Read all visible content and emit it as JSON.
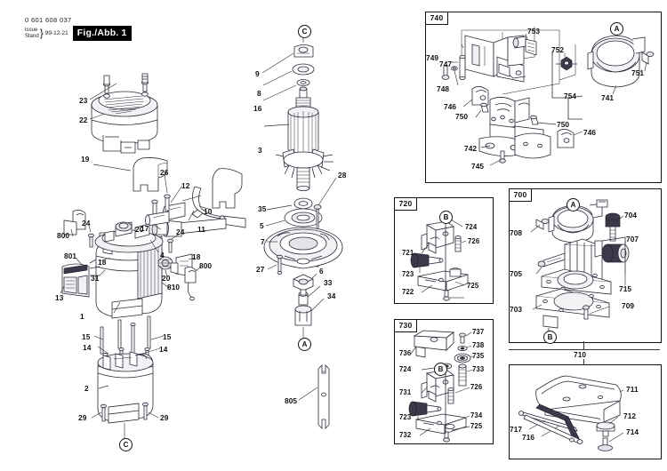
{
  "header": {
    "part_number": "0 601 608 037",
    "issue_label": "Issue",
    "stand_label": "Stand",
    "brace": "}",
    "date": "99-12-21",
    "figure": "Fig./Abb. 1"
  },
  "groups": {
    "g740": "740",
    "g720": "720",
    "g730": "730",
    "g700": "700",
    "g710": "710"
  },
  "circled_refs": {
    "a": "A",
    "b": "B",
    "c": "C"
  },
  "main_assembly": {
    "callouts": [
      {
        "id": "23",
        "label": "23"
      },
      {
        "id": "22",
        "label": "22"
      },
      {
        "id": "19",
        "label": "19"
      },
      {
        "id": "26",
        "label": "26"
      },
      {
        "id": "12",
        "label": "12"
      },
      {
        "id": "10",
        "label": "10"
      },
      {
        "id": "11",
        "label": "11"
      },
      {
        "id": "17",
        "label": "17"
      },
      {
        "id": "24a",
        "label": "24"
      },
      {
        "id": "20a",
        "label": "20"
      },
      {
        "id": "800a",
        "label": "800"
      },
      {
        "id": "18a",
        "label": "18"
      },
      {
        "id": "4",
        "label": "4"
      },
      {
        "id": "24b",
        "label": "24"
      },
      {
        "id": "18b",
        "label": "18"
      },
      {
        "id": "800b",
        "label": "800"
      },
      {
        "id": "801",
        "label": "801"
      },
      {
        "id": "13",
        "label": "13"
      },
      {
        "id": "31",
        "label": "31"
      },
      {
        "id": "20b",
        "label": "20"
      },
      {
        "id": "810",
        "label": "810"
      },
      {
        "id": "1",
        "label": "1"
      },
      {
        "id": "15a",
        "label": "15"
      },
      {
        "id": "15b",
        "label": "15"
      },
      {
        "id": "14a",
        "label": "14"
      },
      {
        "id": "14b",
        "label": "14"
      },
      {
        "id": "2",
        "label": "2"
      },
      {
        "id": "29a",
        "label": "29"
      },
      {
        "id": "29b",
        "label": "29"
      }
    ]
  },
  "center_column": {
    "callouts": [
      {
        "id": "9",
        "label": "9"
      },
      {
        "id": "8",
        "label": "8"
      },
      {
        "id": "16",
        "label": "16"
      },
      {
        "id": "3",
        "label": "3"
      },
      {
        "id": "35",
        "label": "35"
      },
      {
        "id": "28",
        "label": "28"
      },
      {
        "id": "5",
        "label": "5"
      },
      {
        "id": "7",
        "label": "7"
      },
      {
        "id": "27",
        "label": "27"
      },
      {
        "id": "6",
        "label": "6"
      },
      {
        "id": "33",
        "label": "33"
      },
      {
        "id": "34",
        "label": "34"
      },
      {
        "id": "805",
        "label": "805"
      }
    ]
  },
  "group_740": {
    "callouts": [
      {
        "id": "747",
        "label": "747"
      },
      {
        "id": "749",
        "label": "749"
      },
      {
        "id": "748",
        "label": "748"
      },
      {
        "id": "753",
        "label": "753"
      },
      {
        "id": "752",
        "label": "752"
      },
      {
        "id": "751",
        "label": "751"
      },
      {
        "id": "741",
        "label": "741"
      },
      {
        "id": "754",
        "label": "754"
      },
      {
        "id": "746a",
        "label": "746"
      },
      {
        "id": "750a",
        "label": "750"
      },
      {
        "id": "750b",
        "label": "750"
      },
      {
        "id": "746b",
        "label": "746"
      },
      {
        "id": "742",
        "label": "742"
      },
      {
        "id": "745",
        "label": "745"
      }
    ]
  },
  "group_720": {
    "callouts": [
      {
        "id": "721",
        "label": "721"
      },
      {
        "id": "723",
        "label": "723"
      },
      {
        "id": "722",
        "label": "722"
      },
      {
        "id": "724",
        "label": "724"
      },
      {
        "id": "726",
        "label": "726"
      },
      {
        "id": "725",
        "label": "725"
      }
    ]
  },
  "group_730": {
    "callouts": [
      {
        "id": "736",
        "label": "736"
      },
      {
        "id": "724",
        "label": "724"
      },
      {
        "id": "731",
        "label": "731"
      },
      {
        "id": "723",
        "label": "723"
      },
      {
        "id": "732",
        "label": "732"
      },
      {
        "id": "737",
        "label": "737"
      },
      {
        "id": "738",
        "label": "738"
      },
      {
        "id": "735",
        "label": "735"
      },
      {
        "id": "733",
        "label": "733"
      },
      {
        "id": "726",
        "label": "726"
      },
      {
        "id": "734",
        "label": "734"
      },
      {
        "id": "725",
        "label": "725"
      }
    ]
  },
  "group_700": {
    "callouts": [
      {
        "id": "708",
        "label": "708"
      },
      {
        "id": "705",
        "label": "705"
      },
      {
        "id": "703",
        "label": "703"
      },
      {
        "id": "704",
        "label": "704"
      },
      {
        "id": "707",
        "label": "707"
      },
      {
        "id": "715",
        "label": "715"
      },
      {
        "id": "709",
        "label": "709"
      }
    ]
  },
  "group_710": {
    "callouts": [
      {
        "id": "711",
        "label": "711"
      },
      {
        "id": "712",
        "label": "712"
      },
      {
        "id": "714",
        "label": "714"
      },
      {
        "id": "717",
        "label": "717"
      },
      {
        "id": "716",
        "label": "716"
      }
    ]
  },
  "colors": {
    "ink": "#111111",
    "part_stroke": "#2a2a3a",
    "part_fill": "#ffffff",
    "dark_part": "#3a3a4a",
    "leader": "#333333",
    "figure_badge_bg": "#000000"
  }
}
